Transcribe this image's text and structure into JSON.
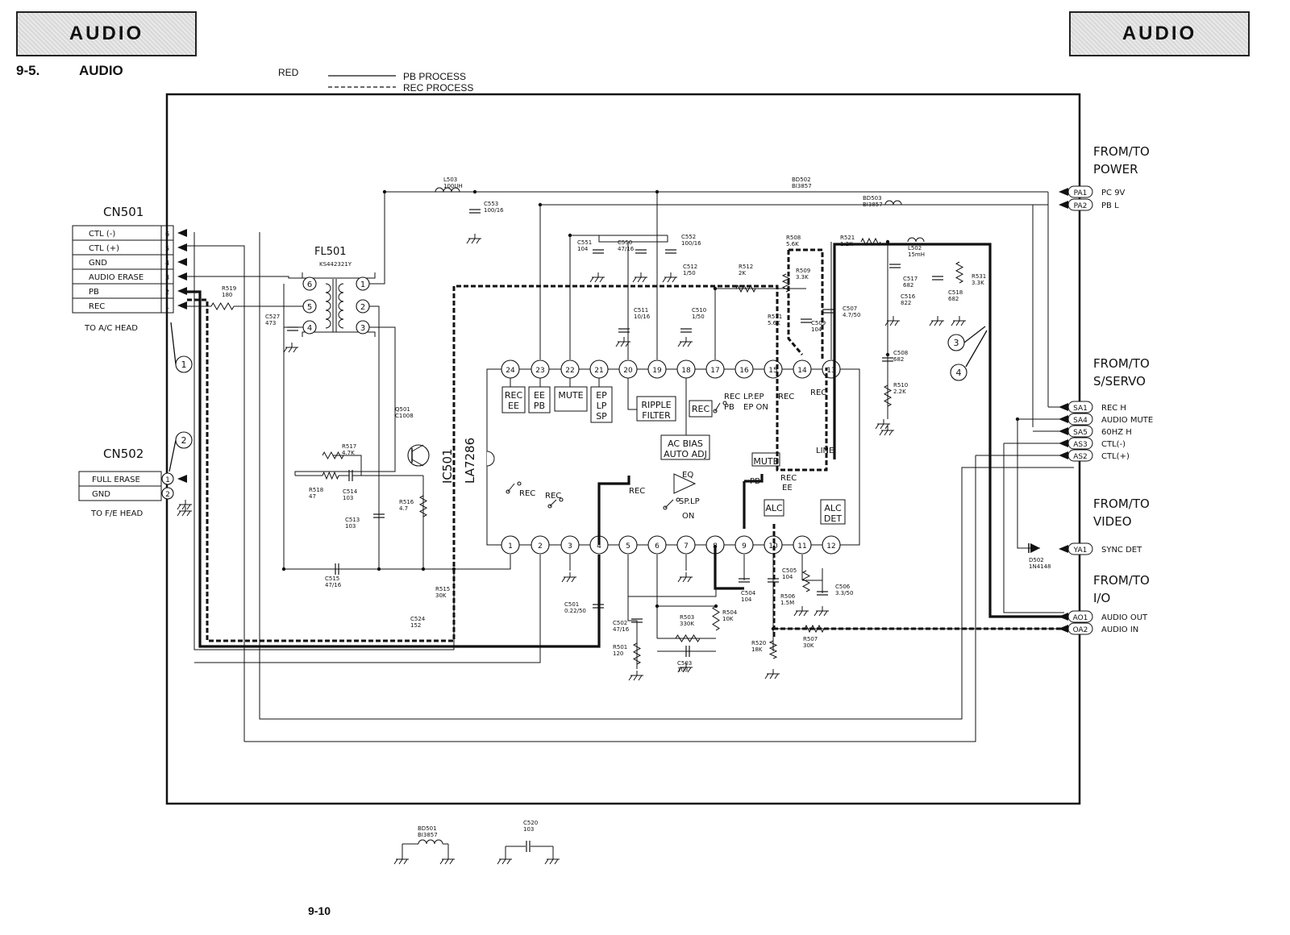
{
  "header": {
    "left_tab": "AUDIO",
    "right_tab": "AUDIO",
    "section_number": "9-5.",
    "section_title": "AUDIO"
  },
  "legend": {
    "color_label": "RED",
    "pb_process": "PB PROCESS",
    "rec_process": "REC PROCESS"
  },
  "cn501": {
    "title": "CN501",
    "pins": [
      {
        "label": "CTL (-)",
        "num": "6"
      },
      {
        "label": "CTL (+)",
        "num": "5"
      },
      {
        "label": "GND",
        "num": "4"
      },
      {
        "label": "AUDIO ERASE",
        "num": "3"
      },
      {
        "label": "PB",
        "num": "2"
      },
      {
        "label": "REC",
        "num": "1"
      }
    ],
    "caption": "TO A/C HEAD"
  },
  "cn502": {
    "title": "CN502",
    "pins": [
      {
        "label": "FULL ERASE",
        "num": "1"
      },
      {
        "label": "GND",
        "num": "2"
      }
    ],
    "caption": "TO F/E HEAD"
  },
  "fl501": {
    "name": "FL501",
    "part": "KS442321Y",
    "pins": [
      "6",
      "5",
      "4",
      "1",
      "2",
      "3"
    ]
  },
  "ic": {
    "ref": "IC501",
    "part": "LA7286",
    "top_pins": [
      "24",
      "23",
      "22",
      "21",
      "20",
      "19",
      "18",
      "17",
      "16",
      "15",
      "14",
      "13"
    ],
    "bottom_pins": [
      "1",
      "2",
      "3",
      "4",
      "5",
      "6",
      "7",
      "8",
      "9",
      "10",
      "11",
      "12"
    ],
    "blocks": [
      "REC",
      "EE",
      "EE",
      "PB",
      "MUTE",
      "EP",
      "LP",
      "SP",
      "RIPPLE",
      "FILTER",
      "REC",
      "AC BIAS",
      "AUTO ADJ",
      "MUTE",
      "ALC",
      "ALC",
      "DET"
    ],
    "switch_labels": [
      "REC",
      "PB",
      "LP.EP",
      "EP ON",
      "REC",
      "REC",
      "LINE",
      "REC",
      "REC",
      "REC",
      "EQ",
      "SP.LP",
      "ON",
      "PB",
      "REC",
      "EE"
    ]
  },
  "components": [
    {
      "ref": "L503",
      "val": "100UH"
    },
    {
      "ref": "C553",
      "val": "100/16"
    },
    {
      "ref": "BD502",
      "val": "BI3857"
    },
    {
      "ref": "BD503",
      "val": "BI3857"
    },
    {
      "ref": "C551",
      "val": "104"
    },
    {
      "ref": "C550",
      "val": "47/16"
    },
    {
      "ref": "C552",
      "val": "100/16"
    },
    {
      "ref": "C512",
      "val": "1/50"
    },
    {
      "ref": "R512",
      "val": "2K"
    },
    {
      "ref": "C511",
      "val": "10/16"
    },
    {
      "ref": "C510",
      "val": "1/50"
    },
    {
      "ref": "R508",
      "val": "5.6K"
    },
    {
      "ref": "R521",
      "val": "1.2K"
    },
    {
      "ref": "L502",
      "val": "15mH"
    },
    {
      "ref": "R509",
      "val": "3.3K"
    },
    {
      "ref": "C517",
      "val": "682"
    },
    {
      "ref": "C518",
      "val": "682"
    },
    {
      "ref": "R531",
      "val": "3.3K"
    },
    {
      "ref": "C516",
      "val": "822"
    },
    {
      "ref": "R511",
      "val": "5.6K"
    },
    {
      "ref": "C509",
      "val": "104"
    },
    {
      "ref": "C507",
      "val": "4.7/50"
    },
    {
      "ref": "C508",
      "val": "682"
    },
    {
      "ref": "R510",
      "val": "2.2K"
    },
    {
      "ref": "R519",
      "val": "180"
    },
    {
      "ref": "C527",
      "val": "473"
    },
    {
      "ref": "R517",
      "val": "4.7K"
    },
    {
      "ref": "Q501",
      "val": "C1008"
    },
    {
      "ref": "R518",
      "val": "47"
    },
    {
      "ref": "C514",
      "val": "103"
    },
    {
      "ref": "C513",
      "val": "103"
    },
    {
      "ref": "R516",
      "val": "4.7"
    },
    {
      "ref": "C515",
      "val": "47/16"
    },
    {
      "ref": "R515",
      "val": "30K"
    },
    {
      "ref": "C524",
      "val": "152"
    },
    {
      "ref": "C501",
      "val": "0.22/50"
    },
    {
      "ref": "C502",
      "val": "47/16"
    },
    {
      "ref": "R501",
      "val": "120"
    },
    {
      "ref": "R503",
      "val": "330K"
    },
    {
      "ref": "R504",
      "val": "10K"
    },
    {
      "ref": "C503",
      "val": "103"
    },
    {
      "ref": "C504",
      "val": "104"
    },
    {
      "ref": "C505",
      "val": "104"
    },
    {
      "ref": "C506",
      "val": "3.3/50"
    },
    {
      "ref": "R506",
      "val": "1.5M"
    },
    {
      "ref": "R507",
      "val": "30K"
    },
    {
      "ref": "R520",
      "val": "18K"
    },
    {
      "ref": "D502",
      "val": "1N4148"
    },
    {
      "ref": "BD501",
      "val": "BI3857"
    },
    {
      "ref": "C520",
      "val": "103"
    }
  ],
  "callouts": [
    "1",
    "2",
    "3",
    "4"
  ],
  "right_connectors": {
    "power": {
      "heading": [
        "FROM/TO",
        "POWER"
      ],
      "pins": [
        {
          "id": "PA1",
          "label": "PC 9V"
        },
        {
          "id": "PA2",
          "label": "PB L"
        }
      ]
    },
    "servo": {
      "heading": [
        "FROM/TO",
        "S/SERVO"
      ],
      "pins": [
        {
          "id": "SA1",
          "label": "REC H"
        },
        {
          "id": "SA4",
          "label": "AUDIO MUTE"
        },
        {
          "id": "SA5",
          "label": "60HZ H"
        },
        {
          "id": "AS3",
          "label": "CTL(-)"
        },
        {
          "id": "AS2",
          "label": "CTL(+)"
        }
      ]
    },
    "video": {
      "heading": [
        "FROM/TO",
        "VIDEO"
      ],
      "pins": [
        {
          "id": "YA1",
          "label": "SYNC DET"
        }
      ]
    },
    "io": {
      "heading": [
        "FROM/TO",
        "I/O"
      ],
      "pins": [
        {
          "id": "AO1",
          "label": "AUDIO OUT"
        },
        {
          "id": "OA2",
          "label": "AUDIO IN"
        }
      ]
    }
  },
  "page_number": "9-10"
}
